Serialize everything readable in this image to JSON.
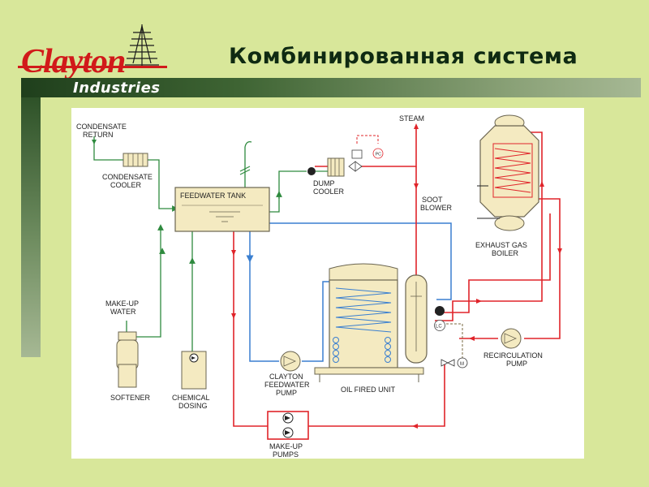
{
  "header": {
    "logo_brand": "Clayton",
    "logo_sub": "Industries",
    "title": "Комбинированная система"
  },
  "diagram": {
    "labels": {
      "condensate_return": [
        "CONDENSATE",
        "RETURN"
      ],
      "condensate_cooler": [
        "CONDENSATE",
        "COOLER"
      ],
      "feedwater_tank": "FEEDWATER TANK",
      "dump_cooler": [
        "DUMP",
        "COOLER"
      ],
      "steam": "STEAM",
      "soot_blower": [
        "SOOT",
        "BLOWER"
      ],
      "exhaust_gas_boiler": [
        "EXHAUST GAS",
        "BOILER"
      ],
      "make_up_water": [
        "MAKE-UP",
        "WATER"
      ],
      "softener": "SOFTENER",
      "chemical_dosing": [
        "CHEMICAL",
        "DOSING"
      ],
      "clayton_feedwater_pump": [
        "CLAYTON",
        "FEEDWATER",
        "PUMP"
      ],
      "oil_fired_unit": "OIL FIRED UNIT",
      "recirculation_pump": [
        "RECIRCULATION",
        "PUMP"
      ],
      "make_up_pumps": [
        "MAKE-UP",
        "PUMPS"
      ],
      "pc": "PC",
      "lc": "LC",
      "m": "M"
    },
    "colors": {
      "steam_line": "#e0242a",
      "water_line": "#3a7fd0",
      "makeup_line": "#2e8a3e",
      "equipment_fill": "#f4eac1",
      "equipment_stroke": "#6a6450"
    }
  }
}
